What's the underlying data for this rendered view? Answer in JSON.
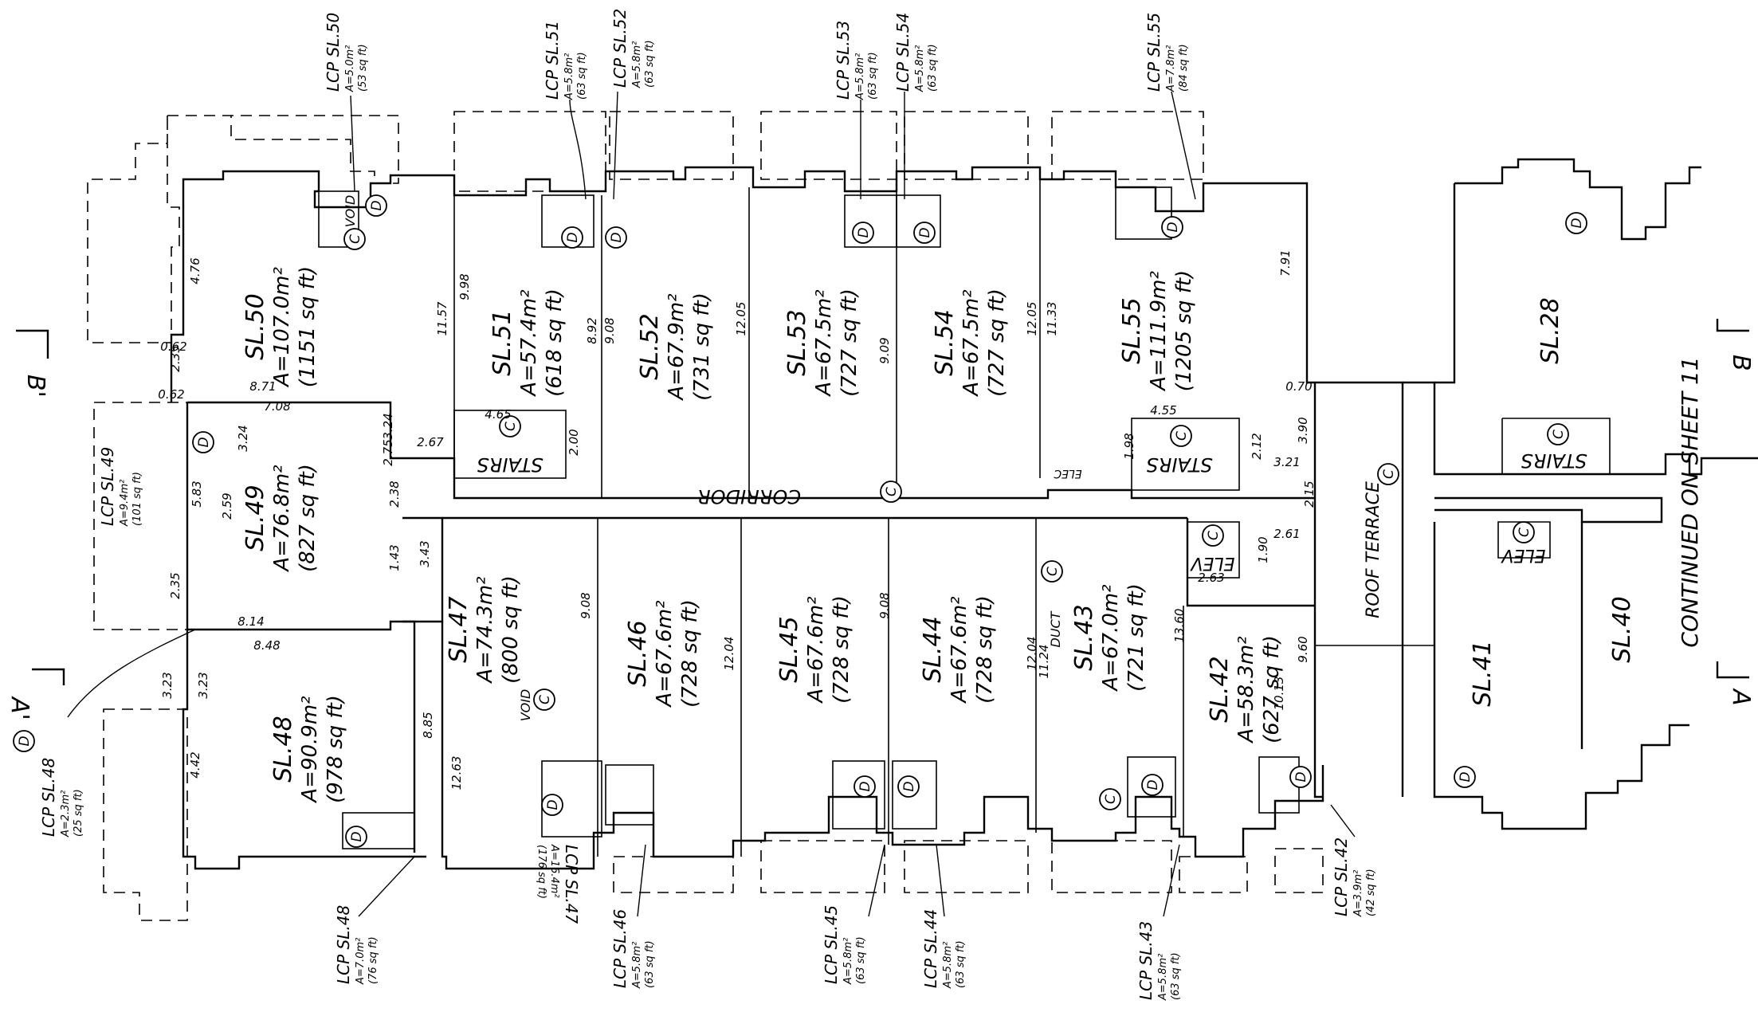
{
  "plan": {
    "continued_note": "CONTINUED ON SHEET 11",
    "corridor_label": "CORRIDOR",
    "roof_terrace_label": "ROOF TERRACE",
    "section_marks": [
      "B'",
      "B",
      "A'",
      "A"
    ],
    "stairs_label": "STAIRS",
    "elev_label": "ELEV",
    "duct_label": "DUCT",
    "void_label": "VOID",
    "elec_label": "ELEC",
    "markers": {
      "common": "C",
      "limited": "D"
    },
    "units": [
      {
        "id": "SL.50",
        "area": "A=107.0m²",
        "sqft": "(1151 sq ft)"
      },
      {
        "id": "SL.51",
        "area": "A=57.4m²",
        "sqft": "(618 sq ft)"
      },
      {
        "id": "SL.52",
        "area": "A=67.9m²",
        "sqft": "(731 sq ft)"
      },
      {
        "id": "SL.53",
        "area": "A=67.5m²",
        "sqft": "(727 sq ft)"
      },
      {
        "id": "SL.54",
        "area": "A=67.5m²",
        "sqft": "(727 sq ft)"
      },
      {
        "id": "SL.55",
        "area": "A=111.9m²",
        "sqft": "(1205 sq ft)"
      },
      {
        "id": "SL.49",
        "area": "A=76.8m²",
        "sqft": "(827 sq ft)"
      },
      {
        "id": "SL.48",
        "area": "A=90.9m²",
        "sqft": "(978 sq ft)"
      },
      {
        "id": "SL.47",
        "area": "A=74.3m²",
        "sqft": "(800 sq ft)"
      },
      {
        "id": "SL.46",
        "area": "A=67.6m²",
        "sqft": "(728 sq ft)"
      },
      {
        "id": "SL.45",
        "area": "A=67.6m²",
        "sqft": "(728 sq ft)"
      },
      {
        "id": "SL.44",
        "area": "A=67.6m²",
        "sqft": "(728 sq ft)"
      },
      {
        "id": "SL.43",
        "area": "A=67.0m²",
        "sqft": "(721 sq ft)"
      },
      {
        "id": "SL.42",
        "area": "A=58.3m²",
        "sqft": "(627 sq ft)"
      }
    ],
    "adjacent_units": [
      "SL.28",
      "SL.41",
      "SL.40"
    ],
    "lcp_labels": [
      {
        "id": "LCP SL.50",
        "area": "A=5.0m²",
        "sqft": "(53 sq ft)"
      },
      {
        "id": "LCP SL.51",
        "area": "A=5.8m²",
        "sqft": "(63 sq ft)"
      },
      {
        "id": "LCP SL.52",
        "area": "A=5.8m²",
        "sqft": "(63 sq ft)"
      },
      {
        "id": "LCP SL.53",
        "area": "A=5.8m²",
        "sqft": "(63 sq ft)"
      },
      {
        "id": "LCP SL.54",
        "area": "A=5.8m²",
        "sqft": "(63 sq ft)"
      },
      {
        "id": "LCP SL.55",
        "area": "A=7.8m²",
        "sqft": "(84 sq ft)"
      },
      {
        "id": "LCP SL.49",
        "area": "A=9.4m²",
        "sqft": "(101 sq ft)"
      },
      {
        "id": "LCP SL.48",
        "area": "A=2.3m²",
        "sqft": "(25 sq ft)"
      },
      {
        "id": "LCP SL.48",
        "area": "A=7.0m²",
        "sqft": "(76 sq ft)"
      },
      {
        "id": "LCP SL.47",
        "area": "A=16.4m²",
        "sqft": "(176 sq ft)"
      },
      {
        "id": "LCP SL.46",
        "area": "A=5.8m²",
        "sqft": "(63 sq ft)"
      },
      {
        "id": "LCP SL.45",
        "area": "A=5.8m²",
        "sqft": "(63 sq ft)"
      },
      {
        "id": "LCP SL.44",
        "area": "A=5.8m²",
        "sqft": "(63 sq ft)"
      },
      {
        "id": "LCP SL.43",
        "area": "A=5.8m²",
        "sqft": "(63 sq ft)"
      },
      {
        "id": "LCP SL.42",
        "area": "A=3.9m²",
        "sqft": "(42 sq ft)"
      }
    ],
    "dimensions": [
      "11.57",
      "9.98",
      "8.92",
      "9.08",
      "12.05",
      "9.09",
      "12.05",
      "11.33",
      "7.91",
      "9.60",
      "10.13",
      "13.60",
      "11.24",
      "12.04",
      "9.08",
      "12.04",
      "9.08",
      "12.63",
      "8.85",
      "4.76",
      "4.42",
      "2.35",
      "3.23",
      "3.23",
      "3.43",
      "2.35",
      "5.83",
      "2.59",
      "2.38",
      "1.43",
      "3.24",
      "3.24",
      "2.75",
      "2.67",
      "2.00",
      "1.98",
      "2.12",
      "3.90",
      "2.15",
      "3.21",
      "2.61",
      "2.63",
      "1.90",
      "4.65",
      "4.55",
      "8.71",
      "7.08",
      "8.14",
      "8.48",
      "0.62",
      "0.62",
      "0.70"
    ]
  }
}
